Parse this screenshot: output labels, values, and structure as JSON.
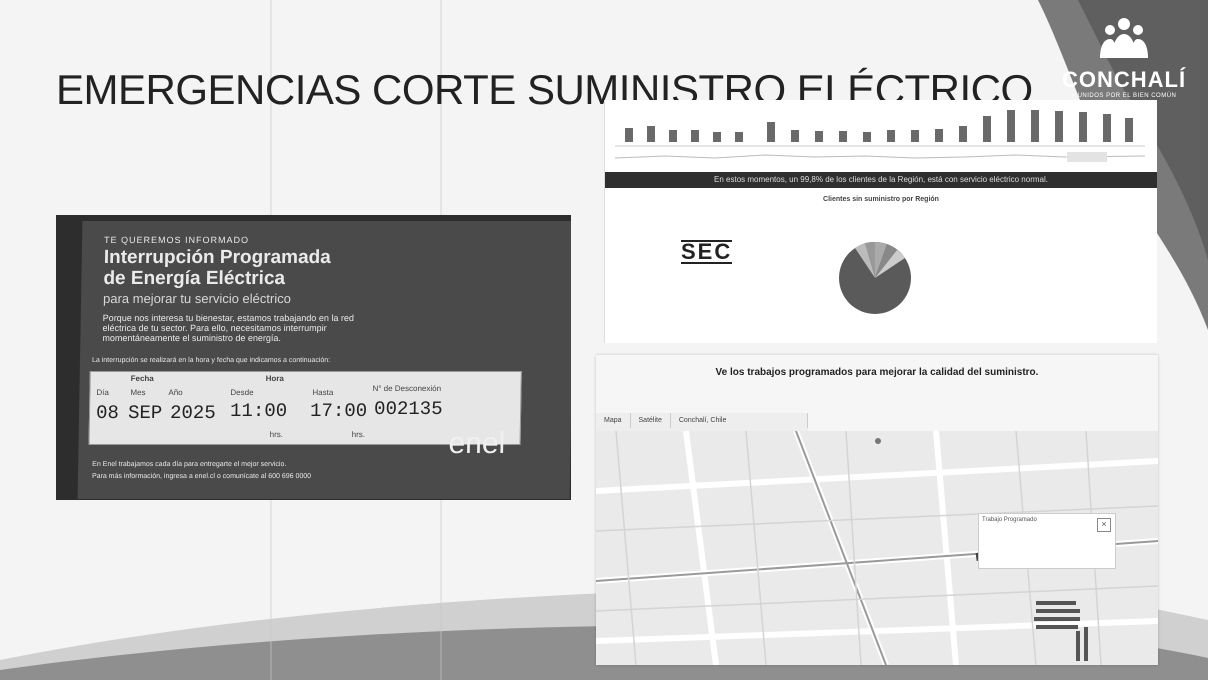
{
  "slide": {
    "title": "EMERGENCIAS CORTE SUMINISTRO ELÉCTRICO"
  },
  "logo": {
    "name": "CONCHALÍ",
    "slogan": "« UNIDOS POR EL BIEN COMÚN"
  },
  "notice": {
    "eyebrow": "TE QUEREMOS INFORMADO",
    "title_line1": "Interrupción Programada",
    "title_line2": "de Energía Eléctrica",
    "subtitle": "para mejorar tu servicio eléctrico",
    "body": "Porque nos interesa tu bienestar, estamos trabajando en la red eléctrica de tu sector. Para ello, necesitamos interrumpir momentáneamente el suministro de energía.",
    "intro": "La interrupción se realizará en la hora y fecha que indicamos a continuación:",
    "headers": {
      "fecha": "Fecha",
      "hora": "Hora",
      "dia": "Día",
      "mes": "Mes",
      "ano": "Año",
      "desde": "Desde",
      "hasta": "Hasta",
      "numero": "N° de Desconexión"
    },
    "values": {
      "dia": "08",
      "mes": "SEP",
      "ano": "2025",
      "desde": "11:00",
      "hasta": "17:00",
      "numero": "002135"
    },
    "hrs1": "hrs.",
    "hrs2": "hrs.",
    "footer1": "En Enel trabajamos cada día para entregarte el mejor servicio.",
    "footer2": "Para más información, ingresa a enel.cl o comunícate al 600 696 0000",
    "brand": "enel"
  },
  "sec": {
    "banner": "En estos momentos, un 99,8% de los clientes de la Región, está con servicio eléctrico normal.",
    "chart_title": "Clientes sin suministro por Región",
    "logo": "SEC"
  },
  "map": {
    "heading": "Ve los trabajos programados para mejorar la calidad del suministro.",
    "tabs": [
      "Mapa",
      "Satélite",
      "Conchalí, Chile"
    ],
    "popup_title": "Trabajo Programado",
    "close": "×"
  },
  "colors": {
    "title": "#222222",
    "swoosh": "#7a7a7a",
    "notice_bg": "#4a4a4a"
  }
}
